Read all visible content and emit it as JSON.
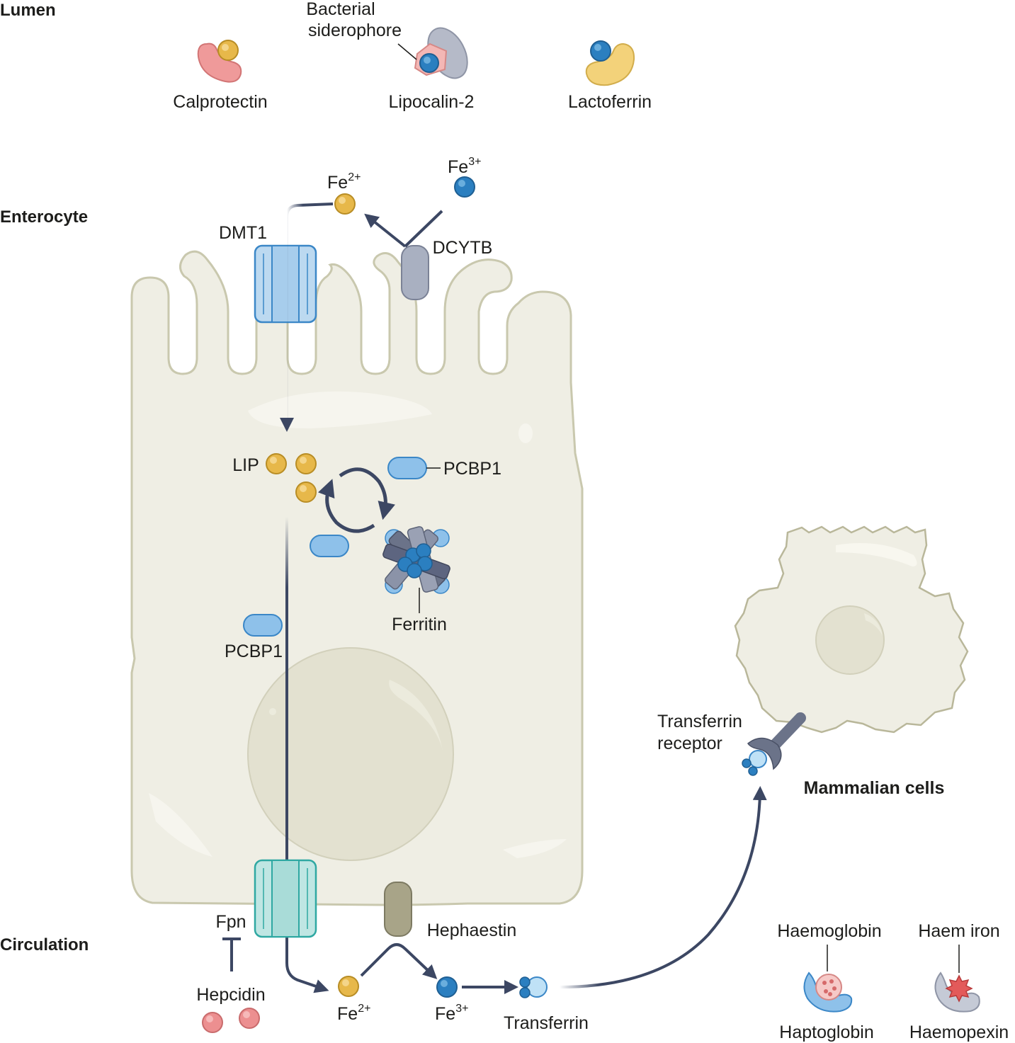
{
  "sections": {
    "lumen": "Lumen",
    "enterocyte": "Enterocyte",
    "circulation": "Circulation"
  },
  "lumen_labels": {
    "bacterial_siderophore_line1": "Bacterial",
    "bacterial_siderophore_line2": "siderophore",
    "calprotectin": "Calprotectin",
    "lipocalin2": "Lipocalin-2",
    "lactoferrin": "Lactoferrin"
  },
  "ions": {
    "fe_base": "Fe",
    "fe2_charge": "2+",
    "fe3_charge": "3+"
  },
  "proteins": {
    "dmt1": "DMT1",
    "dcytb": "DCYTB",
    "lip": "LIP",
    "pcbp1_upper": "PCBP1",
    "pcbp1_lower": "PCBP1",
    "ferritin": "Ferritin",
    "fpn": "Fpn",
    "hepcidin": "Hepcidin",
    "hephaestin": "Hephaestin",
    "transferrin": "Transferrin",
    "transferrin_receptor_line1": "Transferrin",
    "transferrin_receptor_line2": "receptor",
    "mammalian_cells": "Mammalian cells",
    "haemoglobin": "Haemoglobin",
    "haem_iron": "Haem iron",
    "haptoglobin": "Haptoglobin",
    "haemopexin": "Haemopexin"
  },
  "colors": {
    "cell_fill": "#efeee4",
    "cell_stroke": "#c9c8ae",
    "fe2_gold": "#e7b84a",
    "fe3_blue": "#2b7fc0",
    "dmt1_blue": "#bcd9f0",
    "fpn_teal": "#bfe6e3",
    "arrow_navy": "#3c4763",
    "dcytb_gray": "#a9b0c1",
    "hephaestin_olive": "#a8a488",
    "calprotectin_pink": "#ef9a9a",
    "lactoferrin_yellow": "#f3d27a",
    "hepcidin_pink": "#ec8f90"
  }
}
